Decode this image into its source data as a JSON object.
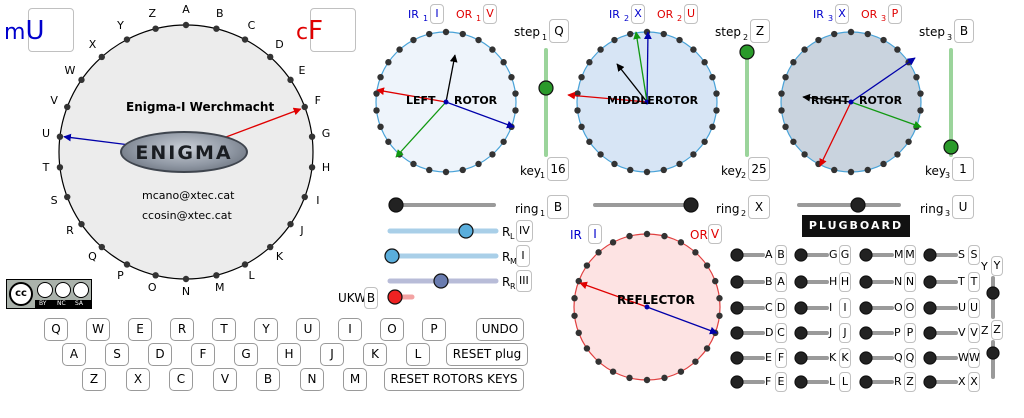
{
  "main_alphabet": [
    "A",
    "B",
    "C",
    "D",
    "E",
    "F",
    "G",
    "H",
    "I",
    "J",
    "K",
    "L",
    "M",
    "N",
    "O",
    "P",
    "Q",
    "R",
    "S",
    "T",
    "U",
    "V",
    "W",
    "X",
    "Y",
    "Z"
  ],
  "indicators": {
    "input_letter": "U",
    "input_prefix": "m",
    "output_letter": "F",
    "output_prefix": "c"
  },
  "machine": {
    "title": "Enigma-I Werchmacht",
    "logo": "ENIGMA",
    "email1": "mcano@xtec.cat",
    "email2": "ccosin@xtec.cat"
  },
  "license": {
    "cc": "cc",
    "by": "BY",
    "nc": "NC",
    "sa": "SA"
  },
  "rotors": [
    {
      "name_left": "LEFT",
      "name_right": "ROTOR",
      "ir_label": "IR",
      "ir_sub": "1",
      "ir_value": "I",
      "or_label": "OR",
      "or_sub": "1",
      "or_value": "V",
      "step_label": "step",
      "step_sub": "1",
      "step_value": "Q",
      "key_label": "key",
      "key_sub": "1",
      "key_value": "16",
      "ring_label": "ring",
      "ring_sub": "1",
      "ring_value": "B",
      "fill": "#eef4fb"
    },
    {
      "name_left": "MIDDLE",
      "name_right": "ROTOR",
      "ir_label": "IR",
      "ir_sub": "2",
      "ir_value": "X",
      "or_label": "OR",
      "or_sub": "2",
      "or_value": "U",
      "step_label": "step",
      "step_sub": "2",
      "step_value": "Z",
      "key_label": "key",
      "key_sub": "2",
      "key_value": "25",
      "ring_label": "ring",
      "ring_sub": "2",
      "ring_value": "X",
      "fill": "#d7e5f5"
    },
    {
      "name_left": "RIGHT",
      "name_right": "ROTOR",
      "ir_label": "IR",
      "ir_sub": "3",
      "ir_value": "X",
      "or_label": "OR",
      "or_sub": "3",
      "or_value": "P",
      "step_label": "step",
      "step_sub": "3",
      "step_value": "B",
      "key_label": "key",
      "key_sub": "3",
      "key_value": "1",
      "ring_label": "ring",
      "ring_sub": "3",
      "ring_value": "U",
      "fill": "#c9d3de"
    }
  ],
  "rotor_selectors": [
    {
      "label": "R",
      "sub": "L",
      "value": "IV"
    },
    {
      "label": "R",
      "sub": "M",
      "value": "I"
    },
    {
      "label": "R",
      "sub": "R",
      "value": "III"
    }
  ],
  "reflector": {
    "name": "REFLECTOR",
    "ir_label": "IR",
    "ir_value": "I",
    "or_label": "OR",
    "or_value": "V",
    "ukw_label": "UKW",
    "ukw_value": "B",
    "fill": "#fde3e3"
  },
  "plugboard": {
    "title": "PLUGBOARD",
    "pairs": [
      [
        "A",
        "B"
      ],
      [
        "B",
        "A"
      ],
      [
        "C",
        "D"
      ],
      [
        "D",
        "C"
      ],
      [
        "E",
        "F"
      ],
      [
        "F",
        "E"
      ],
      [
        "G",
        "G"
      ],
      [
        "H",
        "H"
      ],
      [
        "I",
        "I"
      ],
      [
        "J",
        "J"
      ],
      [
        "K",
        "K"
      ],
      [
        "L",
        "L"
      ],
      [
        "M",
        "M"
      ],
      [
        "N",
        "N"
      ],
      [
        "O",
        "O"
      ],
      [
        "P",
        "P"
      ],
      [
        "Q",
        "Q"
      ],
      [
        "R",
        "Z"
      ],
      [
        "S",
        "S"
      ],
      [
        "T",
        "T"
      ],
      [
        "U",
        "U"
      ],
      [
        "V",
        "V"
      ],
      [
        "W",
        "W"
      ],
      [
        "X",
        "X"
      ],
      [
        "Y",
        "Y"
      ],
      [
        "Z",
        "Z"
      ]
    ]
  },
  "keyboard": {
    "row1": [
      "Q",
      "W",
      "E",
      "R",
      "T",
      "Y",
      "U",
      "I",
      "O",
      "P"
    ],
    "row2": [
      "A",
      "S",
      "D",
      "F",
      "G",
      "H",
      "J",
      "K",
      "L"
    ],
    "row3": [
      "Z",
      "X",
      "C",
      "V",
      "B",
      "N",
      "M"
    ],
    "undo": "UNDO",
    "reset_plug": "RESET plug",
    "reset_rotors": "RESET ROTORS KEYS"
  },
  "colors": {
    "input_wire": "#0000aa",
    "output_wire": "#e00000",
    "green_wire": "#119911",
    "slider_green": "#2a9a2a",
    "slider_blue": "#5aaedc",
    "slider_red": "#ee2222"
  }
}
